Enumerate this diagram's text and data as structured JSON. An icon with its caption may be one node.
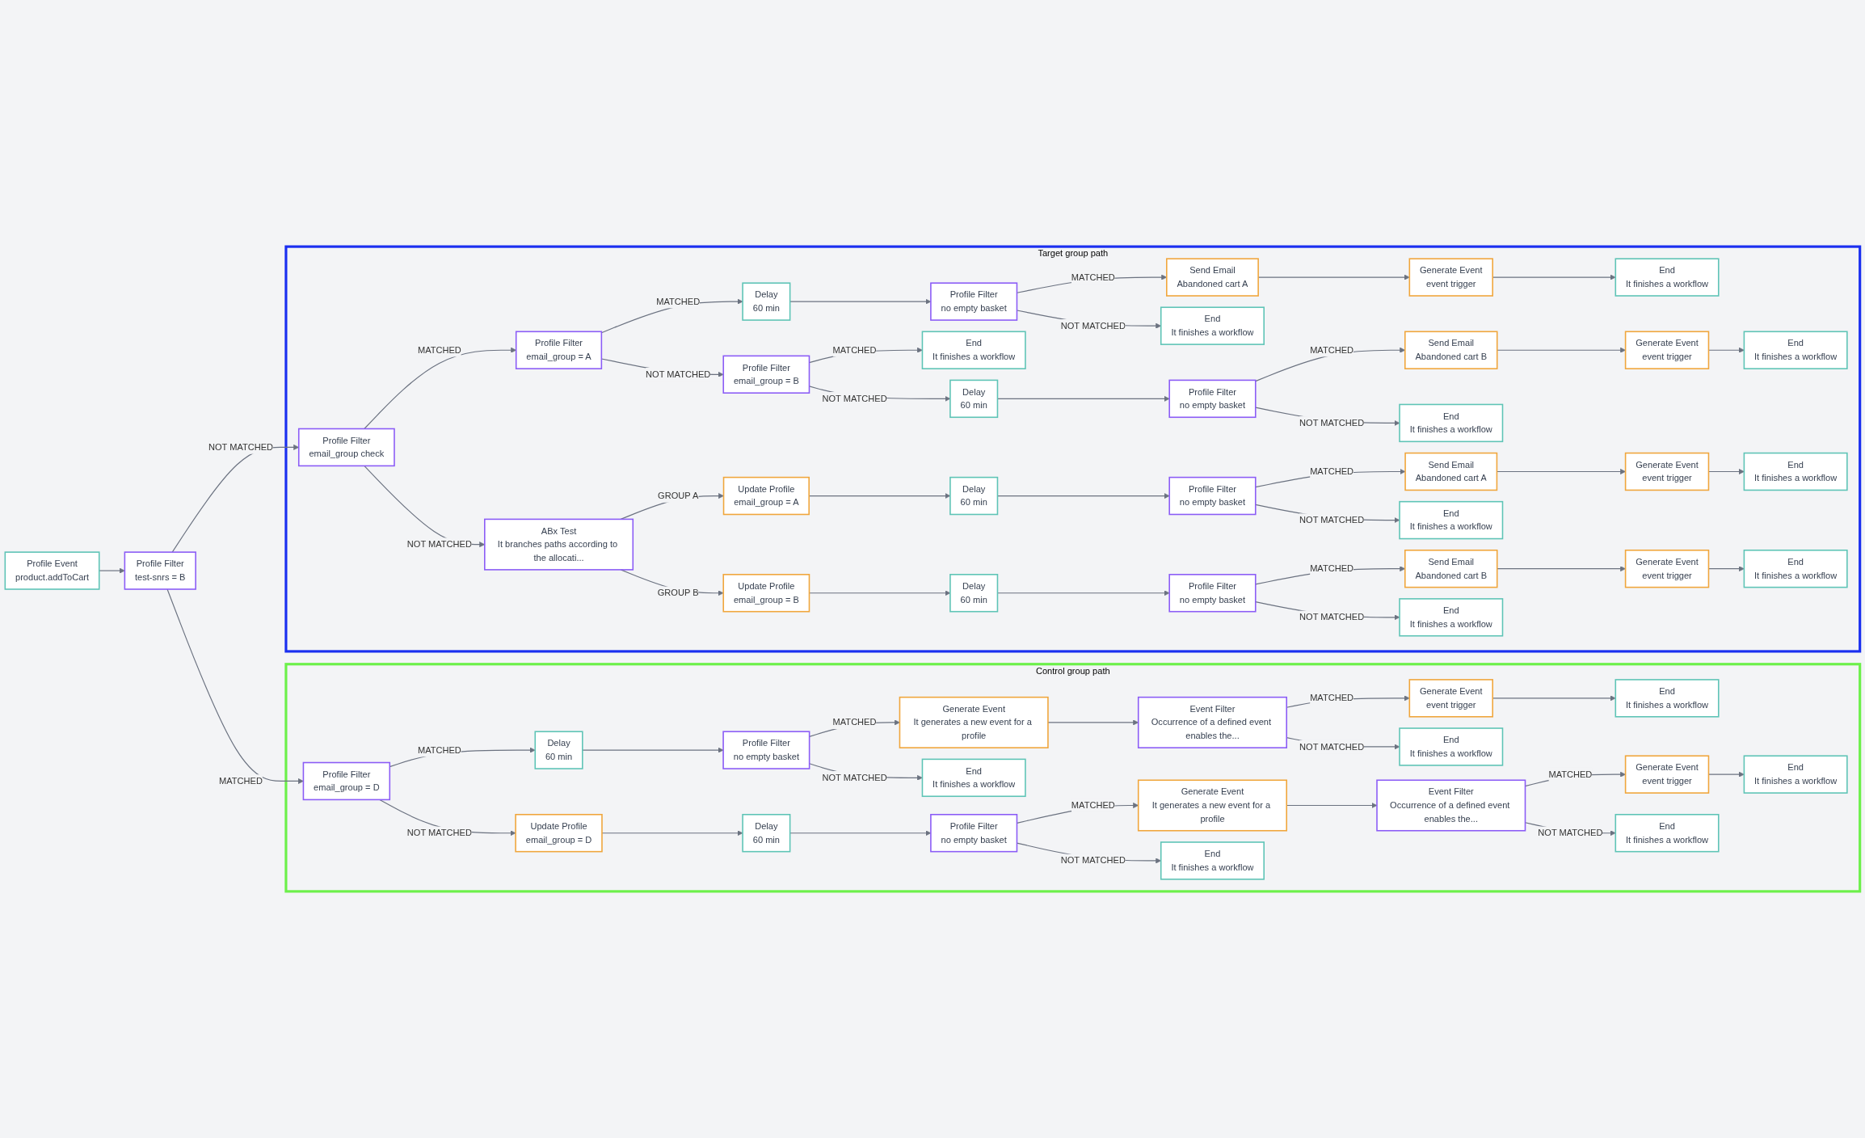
{
  "diagram": {
    "nodes": [
      {
        "text": [
          "Profile Event",
          "product.addToCart"
        ]
      },
      {
        "text": [
          "Profile Filter",
          "test-snrs = B"
        ]
      },
      {
        "text": [
          "Control group path"
        ]
      },
      {
        "text": [
          "Profile Filter",
          "email_group = D"
        ],
        "in": 2
      },
      {
        "text": [
          "Delay",
          "60 min"
        ],
        "in": 2
      },
      {
        "text": [
          "Update Profile",
          "email_group = D"
        ],
        "in": 2
      },
      {
        "text": [
          "Profile Filter",
          "no empty basket"
        ],
        "in": 2
      },
      {
        "text": [
          "Delay",
          "60 min"
        ],
        "in": 2
      },
      {
        "text": [
          "Generate Event",
          "It generates a new event for a profile"
        ],
        "in": 2
      },
      {
        "text": [
          "End",
          "It finishes a workflow"
        ],
        "in": 2
      },
      {
        "text": [
          "Profile Filter",
          "no empty basket"
        ],
        "in": 2
      },
      {
        "text": [
          "Event Filter",
          "Occurrence of a defined event enables the..."
        ],
        "in": 2
      },
      {
        "text": [
          "Generate Event",
          "It generates a new event for a profile"
        ],
        "in": 2
      },
      {
        "text": [
          "End",
          "It finishes a workflow"
        ],
        "in": 2
      },
      {
        "text": [
          "Generate Event",
          "event trigger"
        ],
        "in": 2
      },
      {
        "text": [
          "End",
          "It finishes a workflow"
        ],
        "in": 2
      },
      {
        "text": [
          "End",
          "It finishes a workflow"
        ],
        "in": 2
      },
      {
        "text": [
          "Event Filter",
          "Occurrence of a defined event enables the..."
        ],
        "in": 2
      },
      {
        "text": [
          "Generate Event",
          "event trigger"
        ],
        "in": 2
      },
      {
        "text": [
          "End",
          "It finishes a workflow"
        ],
        "in": 2
      },
      {
        "text": [
          "End",
          "It finishes a workflow"
        ],
        "in": 2
      },
      {
        "text": [
          "Target group path"
        ]
      },
      {
        "text": [
          "Profile Filter",
          "email_group check"
        ],
        "in": 21
      },
      {
        "text": [
          "Profile Filter",
          "email_group = A"
        ],
        "in": 21
      },
      {
        "text": [
          "ABx Test",
          "It branches paths according to the allocati..."
        ],
        "in": 21
      },
      {
        "text": [
          "Delay",
          "60 min"
        ],
        "in": 21
      },
      {
        "text": [
          "Profile Filter",
          "email_group = B"
        ],
        "in": 21
      },
      {
        "text": [
          "Profile Filter",
          "no empty basket"
        ],
        "in": 21
      },
      {
        "text": [
          "Send Email",
          "Abandoned cart A"
        ],
        "in": 21
      },
      {
        "text": [
          "End",
          "It finishes a workflow"
        ],
        "in": 21
      },
      {
        "text": [
          "Generate Event",
          "event trigger"
        ],
        "in": 21
      },
      {
        "text": [
          "End",
          "It finishes a workflow"
        ],
        "in": 21
      },
      {
        "text": [
          "End",
          "It finishes a workflow"
        ],
        "in": 21
      },
      {
        "text": [
          "Delay",
          "60 min"
        ],
        "in": 21
      },
      {
        "text": [
          "Profile Filter",
          "no empty basket"
        ],
        "in": 21
      },
      {
        "text": [
          "Send Email",
          "Abandoned cart B"
        ],
        "in": 21
      },
      {
        "text": [
          "End",
          "It finishes a workflow"
        ],
        "in": 21
      },
      {
        "text": [
          "Generate Event",
          "event trigger"
        ],
        "in": 21
      },
      {
        "text": [
          "End",
          "It finishes a workflow"
        ],
        "in": 21
      },
      {
        "text": [
          "Update Profile",
          "email_group = A"
        ],
        "in": 21
      },
      {
        "text": [
          "Update Profile",
          "email_group = B"
        ],
        "in": 21
      },
      {
        "text": [
          "Delay",
          "60 min"
        ],
        "in": 21
      },
      {
        "text": [
          "Delay",
          "60 min"
        ],
        "in": 21
      },
      {
        "text": [
          "Profile Filter",
          "no empty basket"
        ],
        "in": 21
      },
      {
        "text": [
          "Profile Filter",
          "no empty basket"
        ],
        "in": 21
      },
      {
        "text": [
          "Send Email",
          "Abandoned cart A"
        ],
        "in": 21
      },
      {
        "text": [
          "End",
          "It finishes a workflow"
        ],
        "in": 21
      },
      {
        "text": [
          "Generate Event",
          "event trigger"
        ],
        "in": 21
      },
      {
        "text": [
          "End",
          "It finishes a workflow"
        ],
        "in": 21
      },
      {
        "text": [
          "Send Email",
          "Abandoned cart B"
        ],
        "in": 21
      },
      {
        "text": [
          "End",
          "It finishes a workflow"
        ],
        "in": 21
      },
      {
        "text": [
          "Generate Event",
          "event trigger"
        ],
        "in": 21
      },
      {
        "text": [
          "End",
          "It finishes a workflow"
        ],
        "in": 21
      }
    ],
    "edges": [
      {
        "from": 0,
        "to": 1,
        "arrow": "to"
      },
      {
        "from": 1,
        "to": 3,
        "arrow": "to",
        "label": "MATCHED"
      },
      {
        "from": 1,
        "to": 22,
        "arrow": "to",
        "label": "NOT MATCHED"
      },
      {
        "from": 3,
        "to": 4,
        "arrow": "to",
        "label": "MATCHED"
      },
      {
        "from": 3,
        "to": 5,
        "arrow": "to",
        "label": "NOT MATCHED"
      },
      {
        "from": 4,
        "to": 6,
        "arrow": "to"
      },
      {
        "from": 5,
        "to": 7,
        "arrow": "to"
      },
      {
        "from": 6,
        "to": 8,
        "arrow": "to",
        "label": "MATCHED"
      },
      {
        "from": 6,
        "to": 9,
        "arrow": "to",
        "label": "NOT MATCHED"
      },
      {
        "from": 7,
        "to": 10,
        "arrow": "to"
      },
      {
        "from": 8,
        "to": 11,
        "arrow": "to"
      },
      {
        "from": 10,
        "to": 12,
        "arrow": "to",
        "label": "MATCHED"
      },
      {
        "from": 10,
        "to": 13,
        "arrow": "to",
        "label": "NOT MATCHED"
      },
      {
        "from": 11,
        "to": 14,
        "arrow": "to",
        "label": "MATCHED"
      },
      {
        "from": 11,
        "to": 15,
        "arrow": "to",
        "label": "NOT MATCHED"
      },
      {
        "from": 14,
        "to": 16,
        "arrow": "to"
      },
      {
        "from": 12,
        "to": 17,
        "arrow": "to"
      },
      {
        "from": 17,
        "to": 18,
        "arrow": "to",
        "label": "MATCHED"
      },
      {
        "from": 17,
        "to": 19,
        "arrow": "to",
        "label": "NOT MATCHED"
      },
      {
        "from": 18,
        "to": 20,
        "arrow": "to"
      },
      {
        "from": 22,
        "to": 23,
        "arrow": "to",
        "label": "MATCHED"
      },
      {
        "from": 22,
        "to": 24,
        "arrow": "to",
        "label": "NOT MATCHED"
      },
      {
        "from": 23,
        "to": 25,
        "arrow": "to",
        "label": "MATCHED"
      },
      {
        "from": 23,
        "to": 26,
        "arrow": "to",
        "label": "NOT MATCHED"
      },
      {
        "from": 25,
        "to": 27,
        "arrow": "to"
      },
      {
        "from": 27,
        "to": 28,
        "arrow": "to",
        "label": "MATCHED"
      },
      {
        "from": 27,
        "to": 29,
        "arrow": "to",
        "label": "NOT MATCHED"
      },
      {
        "from": 28,
        "to": 30,
        "arrow": "to"
      },
      {
        "from": 30,
        "to": 31,
        "arrow": "to"
      },
      {
        "from": 26,
        "to": 32,
        "arrow": "to",
        "label": "MATCHED"
      },
      {
        "from": 26,
        "to": 33,
        "arrow": "to",
        "label": "NOT MATCHED"
      },
      {
        "from": 33,
        "to": 34,
        "arrow": "to"
      },
      {
        "from": 34,
        "to": 35,
        "arrow": "to",
        "label": "MATCHED"
      },
      {
        "from": 34,
        "to": 36,
        "arrow": "to",
        "label": "NOT MATCHED"
      },
      {
        "from": 35,
        "to": 37,
        "arrow": "to"
      },
      {
        "from": 37,
        "to": 38,
        "arrow": "to"
      },
      {
        "from": 24,
        "to": 39,
        "arrow": "to",
        "label": "GROUP A"
      },
      {
        "from": 24,
        "to": 40,
        "arrow": "to",
        "label": "GROUP B"
      },
      {
        "from": 39,
        "to": 41,
        "arrow": "to"
      },
      {
        "from": 41,
        "to": 43,
        "arrow": "to"
      },
      {
        "from": 43,
        "to": 45,
        "arrow": "to",
        "label": "MATCHED"
      },
      {
        "from": 43,
        "to": 46,
        "arrow": "to",
        "label": "NOT MATCHED"
      },
      {
        "from": 45,
        "to": 47,
        "arrow": "to"
      },
      {
        "from": 47,
        "to": 48,
        "arrow": "to"
      },
      {
        "from": 40,
        "to": 42,
        "arrow": "to"
      },
      {
        "from": 42,
        "to": 44,
        "arrow": "to"
      },
      {
        "from": 44,
        "to": 49,
        "arrow": "to",
        "label": "MATCHED"
      },
      {
        "from": 44,
        "to": 50,
        "arrow": "to",
        "label": "NOT MATCHED"
      },
      {
        "from": 49,
        "to": 51,
        "arrow": "to"
      },
      {
        "from": 51,
        "to": 52,
        "arrow": "to"
      }
    ]
  }
}
